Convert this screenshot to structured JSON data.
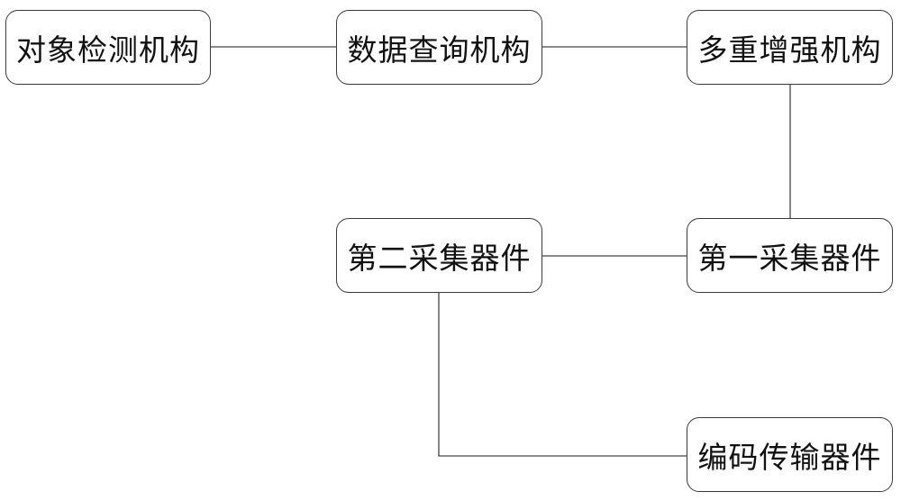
{
  "nodes": {
    "object_detection": "对象检测机构",
    "data_query": "数据查询机构",
    "multi_enhance": "多重增强机构",
    "second_collector": "第二采集器件",
    "first_collector": "第一采集器件",
    "encode_transmit": "编码传输器件"
  },
  "edges": [
    {
      "from": "object_detection",
      "to": "data_query"
    },
    {
      "from": "data_query",
      "to": "multi_enhance"
    },
    {
      "from": "multi_enhance",
      "to": "first_collector"
    },
    {
      "from": "first_collector",
      "to": "second_collector"
    },
    {
      "from": "second_collector",
      "to": "encode_transmit"
    }
  ],
  "colors": {
    "border": "#3a3a3a",
    "line": "#444444",
    "text": "#111111",
    "background": "#ffffff"
  }
}
